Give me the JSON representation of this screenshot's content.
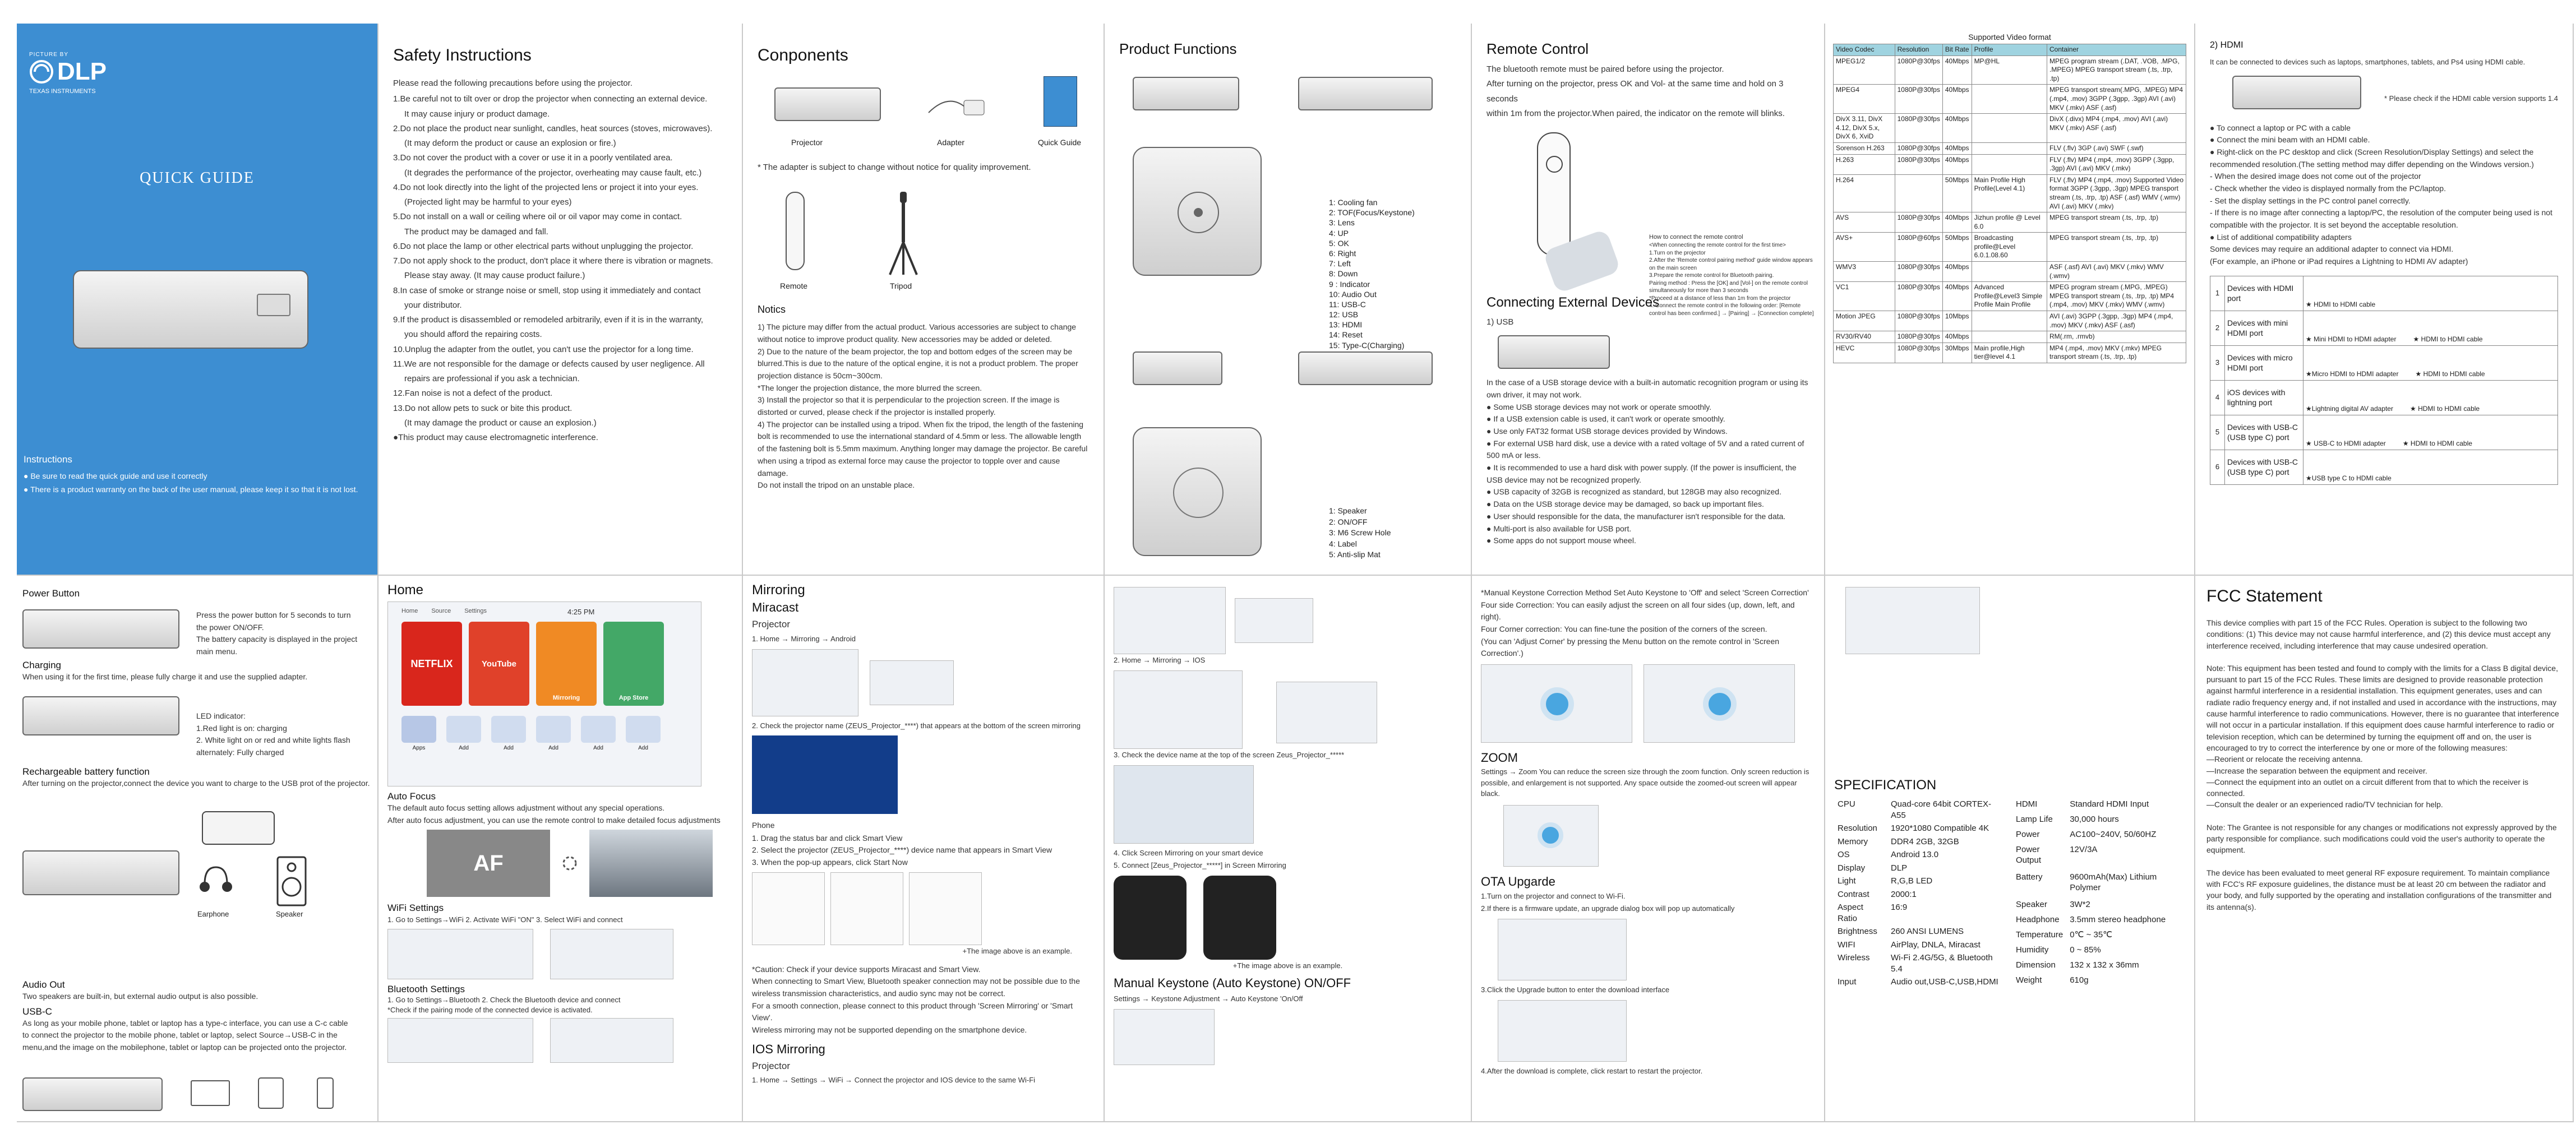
{
  "cover": {
    "brand": "DLP",
    "brand_sub": "TEXAS INSTRUMENTS",
    "brand_mark": "PICTURE BY",
    "title": "QUICK GUIDE",
    "instr_title": "Instructions",
    "instr": [
      "● Be sure to read the quick guide and use it correctly",
      "● There is a product warranty on the back of the user manual, please keep it so that it is not lost."
    ]
  },
  "safety": {
    "title": "Safety Instructions",
    "intro": "Please read the following precautions before using the projector.",
    "items": [
      "1.Be careful not to tilt over or drop the projector when connecting an external device.",
      "It may cause injury or product damage.",
      "2.Do not place the product near sunlight, candles, heat sources (stoves, microwaves).",
      "(It may deform the product or cause an explosion or fire.)",
      "3.Do not cover the product with a cover or use it in a poorly ventilated area.",
      "(It degrades the performance of the projector, overheating may cause fault, etc.)",
      "4.Do not look directly into the light of the projected lens or project it into your eyes.",
      "(Projected light may be harmful to your eyes)",
      "5.Do not install on a wall or ceiling where oil or oil vapor may come in contact.",
      "The product may be damaged and fall.",
      "6.Do not place the lamp or other electrical parts without unplugging the projector.",
      "7.Do not apply shock to the product, don't place it where there is vibration or magnets.",
      "Please stay away. (It may cause product failure.)",
      "8.In case of smoke or strange noise or smell, stop using it immediately and contact",
      "your distributor.",
      "9.If the product is disassembled or remodeled arbitrarily, even if it is in the warranty,",
      "you should afford the repairing costs.",
      "10.Unplug the adapter from the outlet, you can't use the projector for a long time.",
      "11.We are not responsible for the damage or defects caused by user negligence. All",
      "repairs are professional if you ask a technician.",
      "12.Fan noise is not a defect of the product.",
      "13.Do not allow pets to suck or bite this product.",
      "(It may damage the product or cause an explosion.)",
      "●This product may cause electromagnetic interference."
    ]
  },
  "components": {
    "title": "Conponents",
    "labels": [
      "Projector",
      "Adapter",
      "Quick Guide",
      "Remote",
      "Tripod"
    ],
    "note_top": "* The adapter is subject to change without notice for quality improvement.",
    "notes_title": "Notics",
    "notes": [
      "1) The picture may differ from the actual product. Various accessories are subject to change without notice to improve product quality. New accessories may be added or deleted.",
      "2) Due to the nature of the beam projector, the top and bottom edges of the screen may be blurred.This is due to the nature of the optical engine, it is not a product problem. The proper projection distance is 50cm~300cm.",
      "*The longer the projection distance, the more blurred the screen.",
      "3) Install the projector so that it is perpendicular to the projection screen. If the image is distorted or curved, please check if the projector is installed properly.",
      "4) The projector can be installed using a tripod. When fix the tripod, the length of the fastening bolt is recommended to use the international standard of 4.5mm or less. The allowable length of the fastening bolt is 5.5mm maximum. Anything longer may damage the projector. Be careful when using a tripod as external force may cause the projector to topple over and cause damage.",
      "Do not install the tripod on an unstable place."
    ]
  },
  "functions": {
    "title": "Product Functions",
    "list1": [
      "1: Cooling fan",
      "2: TOF(Focus/Keystone)",
      "3: Lens",
      "4: UP",
      "5: OK",
      "6: Right",
      "7: Left",
      "8: Down",
      "9 : Indicator",
      "10: Audio Out",
      "11: USB-C",
      "12: USB",
      "13: HDMI",
      "14: Reset",
      "15: Type-C(Charging)"
    ],
    "list2": [
      "1: Speaker",
      "2: ON/OFF",
      "3: M6 Screw Hole",
      "4: Label",
      "5: Anti-slip Mat"
    ]
  },
  "remote": {
    "title": "Remote Control",
    "lines": [
      "The bluetooth remote must be paired before using the projector.",
      "After turning on the projector, press OK and Vol- at the same time and hold on 3 seconds",
      "within 1m from the projector.When paired, the indicator on the remote will blinks."
    ],
    "pair_title": "How to connect the remote control",
    "pair": [
      "<When connecting the remote control for the first time>",
      "1.Turn on the projector",
      "2.After the 'Remote control pairing method' guide window appears on the main screen",
      "3.Prepare the remote control for Bluetooth pairing.",
      "Pairing method : Press the [OK] and [Vol-] on the remote control simultaneously for more than 3 seconds",
      "*Proceed at a distance of less than 1m from the projector",
      "4. Connect the remote control in the following order: [Remote control has been confirmed.] → [Pairing] → [Connection complete]"
    ],
    "ext_title": "Connecting External Devices",
    "usb_title": "1) USB",
    "usb": [
      "In the case of a USB storage device with a built-in automatic recognition program or using its own driver, it may not work.",
      "● Some USB storage devices may not work or operate smoothly.",
      "● If a USB extension cable is used, it can't work or operate smoothly.",
      "● Use only FAT32 format USB storage devices provided by Windows.",
      "● For external USB hard disk, use a device with a rated voltage of 5V and a rated current of 500 mA or less.",
      "● It is recommended to use a hard disk with power supply. (If the power is insufficient, the USB device may not be recognized properly.",
      "● USB capacity of 32GB is recognized as standard, but 128GB may also recognized.",
      "● Data on the USB storage device may be damaged, so back up important files.",
      "● User should responsible for the data, the manufacturer isn't responsible for the data.",
      "● Multi-port is also available for USB port.",
      "● Some apps do not support mouse wheel."
    ]
  },
  "video": {
    "title": "Supported Video format",
    "headers": [
      "Video Codec",
      "Resolution",
      "Bit Rate",
      "Profile",
      "Container"
    ],
    "rows": [
      [
        "MPEG1/2",
        "1080P@30fps",
        "40Mbps",
        "MP@HL",
        "MPEG program stream (.DAT, .VOB, .MPG, .MPEG) MPEG transport stream (.ts, .trp, .tp)"
      ],
      [
        "MPEG4",
        "1080P@30fps",
        "40Mbps",
        "",
        "MPEG transport stream(.MPG, .MPEG) MP4 (.mp4, .mov) 3GPP (.3gpp, .3gp) AVI (.avi) MKV (.mkv) ASF (.asf)"
      ],
      [
        "DivX 3.11, DivX 4.12, DivX 5.x, DivX 6, XviD",
        "1080P@30fps",
        "40Mbps",
        "",
        "DivX (.divx) MP4 (.mp4, .mov) AVI (.avi) MKV (.mkv) ASF (.asf)"
      ],
      [
        "Sorenson H.263",
        "1080P@30fps",
        "40Mbps",
        "",
        "FLV (.flv) 3GP (.avi) SWF (.swf)"
      ],
      [
        "H.263",
        "1080P@30fps",
        "40Mbps",
        "",
        "FLV (.flv) MP4 (.mp4, .mov) 3GPP (.3gpp, .3gp) AVI (.avi) MKV (.mkv)"
      ],
      [
        "H.264",
        "",
        "50Mbps",
        "Main Profile High Profile(Level 4.1)",
        "FLV (.flv) MP4 (.mp4, .mov) Supported Video format 3GPP (.3gpp, .3gp) MPEG transport stream (.ts, .trp, .tp) ASF (.asf) WMV (.wmv) AVI (.avi) MKV (.mkv)"
      ],
      [
        "AVS",
        "1080P@30fps",
        "40Mbps",
        "Jizhun profile @ Level 6.0",
        "MPEG transport stream (.ts, .trp, .tp)"
      ],
      [
        "AVS+",
        "1080P@60fps",
        "50Mbps",
        "Broadcasting profile@Level 6.0.1.08.60",
        "MPEG transport stream (.ts, .trp, .tp)"
      ],
      [
        "WMV3",
        "1080P@30fps",
        "40Mbps",
        "",
        "ASF (.asf) AVI (.avi) MKV (.mkv) WMV (.wmv)"
      ],
      [
        "VC1",
        "1080P@30fps",
        "40Mbps",
        "Advanced Profile@Level3 Simple Profile Main Profile",
        "MPEG program stream (.MPG, .MPEG) MPEG transport stream (.ts, .trp, .tp) MP4 (.mp4, .mov) MKV (.mkv) WMV (.wmv)"
      ],
      [
        "Motion JPEG",
        "1080P@30fps",
        "10Mbps",
        "",
        "AVI (.avi) 3GPP (.3gpp, .3gp) MP4 (.mp4, .mov) MKV (.mkv) ASF (.asf)"
      ],
      [
        "RV30/RV40",
        "1080P@30fps",
        "40Mbps",
        "",
        "RM(.rm, .rmvb)"
      ],
      [
        "HEVC",
        "1080P@30fps",
        "30Mbps",
        "Main profile,High tier@level 4.1",
        "MP4 (.mp4, .mov) MKV (.mkv) MPEG transport stream (.ts, .trp, .tp)"
      ]
    ]
  },
  "hdmi": {
    "title": "2) HDMI",
    "intro": "It can be connected to devices such as laptops, smartphones, tablets, and Ps4 using HDMI cable.",
    "check": "* Please check if the HDMI cable version supports 1.4",
    "steps": [
      "● To connect a laptop or PC with a cable",
      "● Connect the mini beam with an HDMI cable.",
      "● Right-click on the PC desktop and click (Screen Resolution/Display Settings) and select the recommended resolution.(The setting method may differ depending on the Windows version.)",
      "- When the desired image does not come out of the projector",
      "- Check whether the video is displayed normally from the PC/laptop.",
      "- Set the display settings in the PC control panel correctly.",
      "- If there is no image after connecting a laptop/PC, the resolution of the computer being used is not compatible with the projector. It is set beyond the acceptable resolution.",
      "● List of additional compatibility adapters",
      "Some devices may require an additional adapter to connect via HDMI.",
      "(For example, an iPhone or iPad requires a Lightning to HDMI AV adapter)"
    ],
    "devices": [
      [
        "1",
        "Devices with HDMI port",
        "★ HDMI to HDMI cable",
        ""
      ],
      [
        "2",
        "Devices with mini HDMI port",
        "★ Mini HDMI to HDMI adapter",
        "★ HDMI to HDMI cable"
      ],
      [
        "3",
        "Devices with micro HDMI port",
        "★Micro HDMI to HDMI adapter",
        "★ HDMI to HDMI cable"
      ],
      [
        "4",
        "iOS devices with lightning port",
        "★Lightning digital AV adapter",
        "★ HDMI to HDMI cable"
      ],
      [
        "5",
        "Devices with USB-C (USB type C) port",
        "★ USB-C to HDMI adapter",
        "★ HDMI to HDMI cable"
      ],
      [
        "6",
        "Devices with USB-C (USB type C) port",
        "★USB type C to HDMI cable",
        ""
      ]
    ]
  },
  "power": {
    "title": "Power Button",
    "text": [
      "Press the power button for 5 seconds to turn the power ON/OFF.",
      "The battery capacity is displayed in the project main menu."
    ],
    "charging_title": "Charging",
    "charging": "When using it for the first time, please fully charge it and use the supplied adapter.",
    "led_title": "LED indicator:",
    "led": [
      "1.Red light is on: charging",
      "2. White light on or red and white lights flash alternately: Fully charged"
    ],
    "battery_title": "Rechargeable battery function",
    "battery": "After turning on the projector,connect the device you want to charge to the USB prot of the projector.",
    "ear": "Earphone",
    "spk": "Speaker",
    "audio_title": "Audio Out",
    "audio": "Two speakers are built-in, but external audio output is also possible.",
    "usbc_title": "USB-C",
    "usbc": [
      "As long as your mobile phone, tablet or laptop has a type-c interface, you can use a C-c cable",
      "to connect the projector to the mobile phone, tablet or laptop, select Source→USB-C in the",
      "menu,and the image on the mobilephone, tablet or laptop can be projected onto the projector."
    ]
  },
  "home": {
    "title": "Home",
    "time": "4:25 PM",
    "nav": [
      "Home",
      "Source",
      "Settings"
    ],
    "tiles": [
      "NETFLIX",
      "YouTube",
      "Mirroring",
      "App Store"
    ],
    "apps": [
      "Apps",
      "Add",
      "Add",
      "Add",
      "Add",
      "Add"
    ],
    "af_title": "Auto Focus",
    "af": [
      "The default auto focus setting allows adjustment without any special operations.",
      "After auto focus adjustment, you can use the remote control to make detailed focus adjustments"
    ],
    "af_label": "AF",
    "wifi_title": "WiFi Settings",
    "wifi": "1. Go to Settings→WiFi   2. Activate WiFi \"ON\"  3. Select WiFi and connect",
    "bt_title": "Bluetooth Settings",
    "bt": [
      "1. Go to Settings→Bluetooth   2. Check the Bluetooth device and connect",
      "*Check if the pairing mode of the connected device is activated."
    ]
  },
  "mirror": {
    "title": "Mirroring",
    "sub": "Miracast",
    "proj": "Projector",
    "step1": "1. Home → Mirroring → Android",
    "step2": "2. Check the projector name (ZEUS_Projector_****) that appears at the bottom of the screen mirroring",
    "phone_title": "Phone",
    "phone": [
      "1. Drag the status bar and click Smart View",
      "2. Select the projector (ZEUS_Projector_****) device name that appears in Smart View",
      "3. When the pop-up appears, click Start Now"
    ],
    "example": "+The image above is an example.",
    "caution": [
      "*Caution: Check if your device supports Miracast and Smart View.",
      "When connecting to Smart View, Bluetooth speaker connection may not be possible due to the",
      "wireless transmission characteristics, and audio sync may not be correct.",
      "For a smooth connection, please connect to this product through 'Screen Mirroring' or 'Smart View'.",
      "Wireless mirroring may not be supported depending on the smartphone device."
    ],
    "ios_title": "IOS Mirroring",
    "ios_proj": "Projector",
    "ios_step": "1. Home → Settings → WiFi → Connect the projector and IOS device to the same Wi-Fi"
  },
  "iosm": {
    "step2": "2. Home → Mirroring → IOS",
    "step3": "3. Check the device name at the top of the screen Zeus_Projector_*****",
    "step4": "4. Click Screen Mirroring on your smart device",
    "step5": "5. Connect [Zeus_Projector_*****] in Screen Mirroring",
    "example": "+The image above is an example.",
    "mk_title": "Manual Keystone (Auto Keystone) ON/OFF",
    "mk": "Settings → Keystone Adjustment → Auto Keystone 'On/Off"
  },
  "keystone": {
    "lines": [
      "*Manual Keystone Correction Method Set Auto Keystone to 'Off' and select 'Screen Correction'",
      "Four side Correction: You can easily adjust the screen on all four sides (up, down, left, and right).",
      "Four Corner correction: You can fine-tune the position of the corners of the screen.",
      "(You can 'Adjust Corner' by pressing the Menu button on the remote control in 'Screen Correction'.)"
    ],
    "zoom_title": "ZOOM",
    "zoom": "Settings → Zoom You can reduce the screen size through the zoom function. Only screen reduction is possible, and enlargement is not supported. Any space outside the zoomed-out screen will appear black.",
    "ota_title": "OTA Upgarde",
    "ota": [
      "1.Turn on the projector and connect to Wi-Fi.",
      "2.If there is a firmware update, an upgrade dialog box will pop up automatically"
    ],
    "ota3": "3.Click the Upgrade button to enter the download interface",
    "ota4": "4.After the download is complete, click restart to restart the projector."
  },
  "spec": {
    "title": "SPECIFICATION",
    "left": [
      [
        "CPU",
        "Quad-core 64bit CORTEX-A55"
      ],
      [
        "Resolution",
        "1920*1080 Compatible 4K"
      ],
      [
        "Memory",
        "DDR4 2GB, 32GB"
      ],
      [
        "OS",
        "Android 13.0"
      ],
      [
        "Display",
        "DLP"
      ],
      [
        "Light",
        "R,G,B LED"
      ],
      [
        "Contrast",
        "2000:1"
      ],
      [
        "Aspect Ratio",
        "16:9"
      ],
      [
        "Brightness",
        "260 ANSI LUMENS"
      ],
      [
        "WIFI",
        "AirPlay, DNLA, Miracast"
      ],
      [
        "Wireless",
        "Wi-Fi 2.4G/5G, & Bluetooth 5.4"
      ],
      [
        "Input",
        "Audio out,USB-C,USB,HDMI"
      ]
    ],
    "right": [
      [
        "HDMI",
        "Standard HDMI Input"
      ],
      [
        "Lamp Life",
        "30,000 hours"
      ],
      [
        "Power",
        "AC100~240V, 50/60HZ"
      ],
      [
        "Power Output",
        "12V/3A"
      ],
      [
        "Battery",
        "9600mAh(Max) Lithium Polymer"
      ],
      [
        "Speaker",
        "3W*2"
      ],
      [
        "Headphone",
        "3.5mm stereo headphone"
      ],
      [
        "Temperature",
        "0℃ ~ 35℃"
      ],
      [
        "Humidity",
        "0 ~ 85%"
      ],
      [
        "Dimension",
        "132 x 132 x 36mm"
      ],
      [
        "Weight",
        "610g"
      ]
    ]
  },
  "fcc": {
    "title": "FCC Statement",
    "paras": [
      "This device complies with part 15 of the FCC Rules. Operation is subject to the following two conditions: (1) This device may not cause harmful interference, and (2) this device must accept any interference received, including interference that may cause undesired operation.",
      "Note: This equipment has been tested and found to comply with the limits for a Class B digital device, pursuant to part 15 of the FCC Rules. These limits are designed to provide reasonable protection against harmful interference in a residential installation. This equipment generates, uses and can radiate radio frequency energy and, if not installed and used in accordance with the instructions, may cause harmful interference to radio communications. However, there is no guarantee that interference will not occur in a particular installation. If this equipment does cause harmful interference to radio or television reception, which can be determined by turning the equipment off and on, the user is encouraged to try to correct the interference by one or more of the following measures:\n—Reorient or relocate the receiving antenna.\n—Increase the separation between the equipment and receiver.\n—Connect the equipment into an outlet on a circuit different from that to which the receiver is connected.\n—Consult the dealer or an experienced radio/TV technician for help.",
      "Note: The Grantee is not responsible for any changes or modifications not expressly approved by the party responsible for compliance. such modifications could void the user's authority to operate the equipment.",
      "The device has been evaluated to meet general RF exposure requirement. To maintain compliance with FCC's RF exposure guidelines, the distance must be at least 20 cm between the radiator and your body, and fully supported by the operating and installation configurations of the transmitter and its antenna(s)."
    ]
  }
}
